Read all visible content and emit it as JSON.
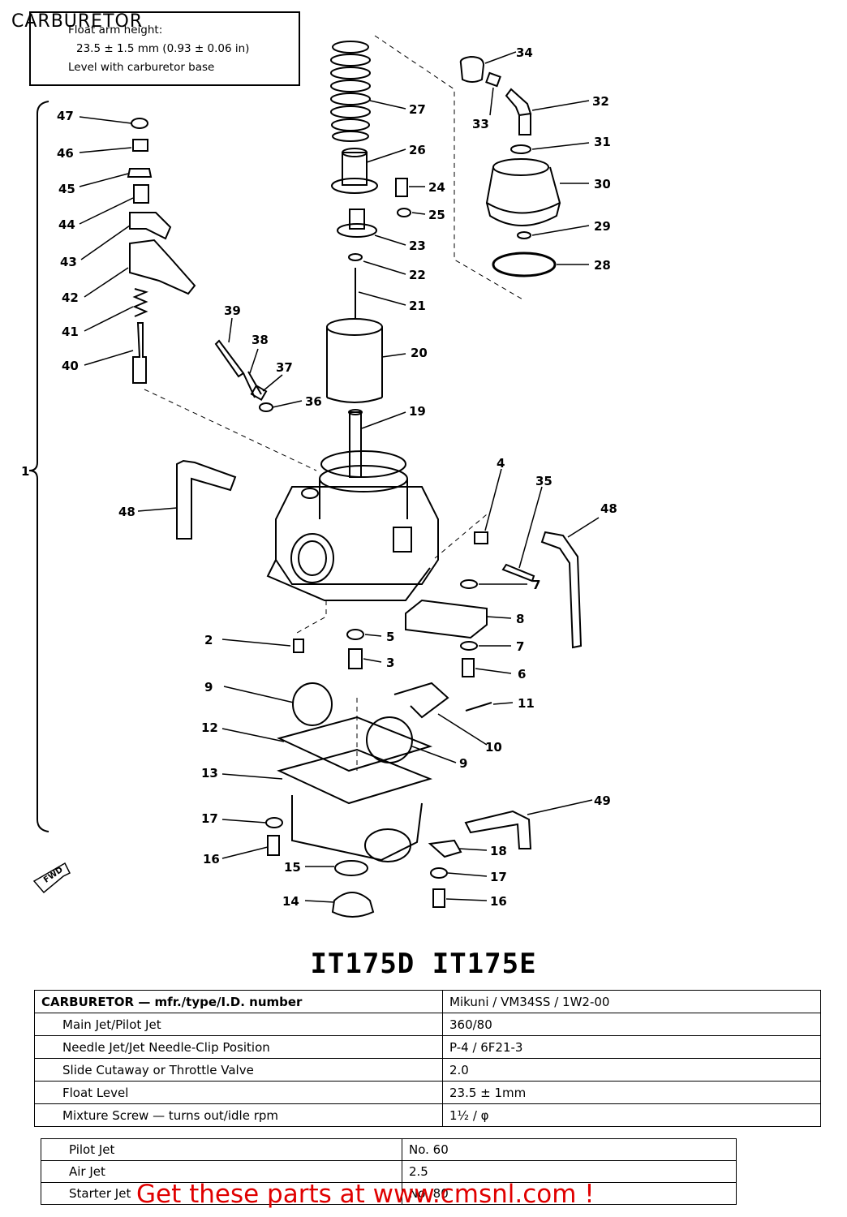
{
  "page": {
    "title": "CARBURETOR",
    "model_heading": "IT175D IT175E",
    "cta": "Get these parts at www.cmsnl.com !"
  },
  "note": {
    "line1": "Float arm height:",
    "line2": "23.5 ± 1.5 mm (0.93 ± 0.06 in)",
    "line3": "Level with carburetor base"
  },
  "callouts": {
    "c1": "1",
    "c2": "2",
    "c3": "3",
    "c4": "4",
    "c5": "5",
    "c6": "6",
    "c7a": "7",
    "c7b": "7",
    "c8": "8",
    "c9a": "9",
    "c9b": "9",
    "c10": "10",
    "c11": "11",
    "c12": "12",
    "c13": "13",
    "c14": "14",
    "c15": "15",
    "c16a": "16",
    "c16b": "16",
    "c17a": "17",
    "c17b": "17",
    "c18": "18",
    "c19": "19",
    "c20": "20",
    "c21": "21",
    "c22": "22",
    "c23": "23",
    "c24": "24",
    "c25": "25",
    "c26": "26",
    "c27": "27",
    "c28": "28",
    "c29": "29",
    "c30": "30",
    "c31": "31",
    "c32": "32",
    "c33": "33",
    "c34": "34",
    "c35": "35",
    "c36": "36",
    "c37": "37",
    "c38": "38",
    "c39": "39",
    "c40": "40",
    "c41": "41",
    "c42": "42",
    "c43": "43",
    "c44": "44",
    "c45": "45",
    "c46": "46",
    "c47": "47",
    "c48a": "48",
    "c48b": "48",
    "c49": "49"
  },
  "fwd_label": "FWD",
  "specs": [
    {
      "label": "CARBURETOR — mfr./type/I.D. number",
      "value": "Mikuni / VM34SS / 1W2-00"
    },
    {
      "label": "Main Jet/Pilot Jet",
      "value": "360/80"
    },
    {
      "label": "Needle Jet/Jet Needle-Clip Position",
      "value": "P-4 / 6F21-3"
    },
    {
      "label": "Slide Cutaway or Throttle Valve",
      "value": "2.0"
    },
    {
      "label": "Float Level",
      "value": "23.5 ± 1mm"
    },
    {
      "label": "Mixture Screw — turns out/idle rpm",
      "value": "1½ / φ"
    }
  ],
  "jets": [
    {
      "label": "Pilot Jet",
      "value": "No. 60"
    },
    {
      "label": "Air Jet",
      "value": "2.5"
    },
    {
      "label": "Starter Jet",
      "value": "No. 80"
    }
  ]
}
